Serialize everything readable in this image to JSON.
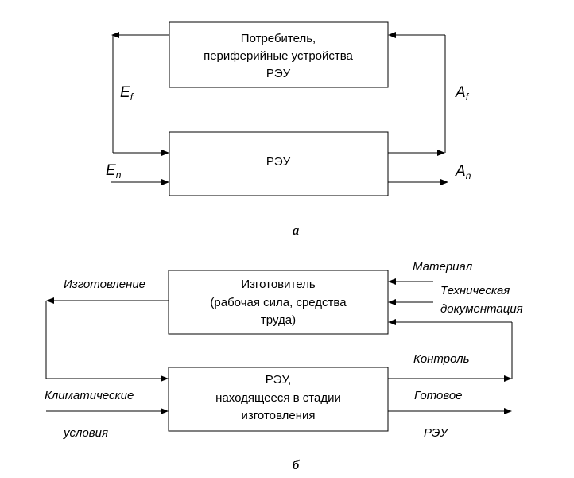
{
  "diagram_a": {
    "consumer_box": {
      "lines": [
        "Потребитель,",
        "периферийные устройства",
        "РЭУ"
      ]
    },
    "reu_box": {
      "label": "РЭУ"
    },
    "ef": {
      "letter": "E",
      "sub": "f"
    },
    "en": {
      "letter": "E",
      "sub": "n"
    },
    "af": {
      "letter": "A",
      "sub": "f"
    },
    "an": {
      "letter": "A",
      "sub": "n"
    },
    "caption": "а"
  },
  "diagram_b": {
    "manufacturer_box": {
      "lines": [
        "Изготовитель",
        "(рабочая сила, средства",
        "труда)"
      ]
    },
    "reu_box": {
      "lines": [
        "РЭУ,",
        "находящееся в стадии",
        "изготовления"
      ]
    },
    "labels": {
      "manufacturing": "Изготовление",
      "material": "Материал",
      "tech_doc_1": "Техническая",
      "tech_doc_2": "документация",
      "control": "Контроль",
      "climatic_1": "Климатические",
      "climatic_2": "условия",
      "finished_1": "Готовое",
      "finished_2": "РЭУ"
    },
    "caption": "б"
  }
}
